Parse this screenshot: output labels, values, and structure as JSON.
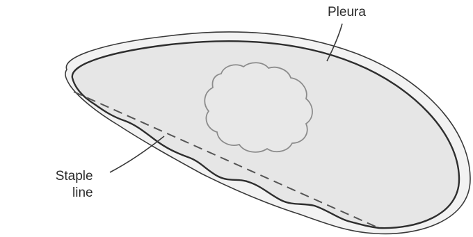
{
  "labels": {
    "pleura": "Pleura",
    "staple_line_1": "Staple",
    "staple_line_2": "line"
  },
  "colors": {
    "tissue_fill": "#e6e6e6",
    "pleura_band_fill": "#f2f2f2",
    "outline": "#3a3a3a",
    "lesion_stroke": "#8c8c8c",
    "staple_dash": "#555555"
  }
}
